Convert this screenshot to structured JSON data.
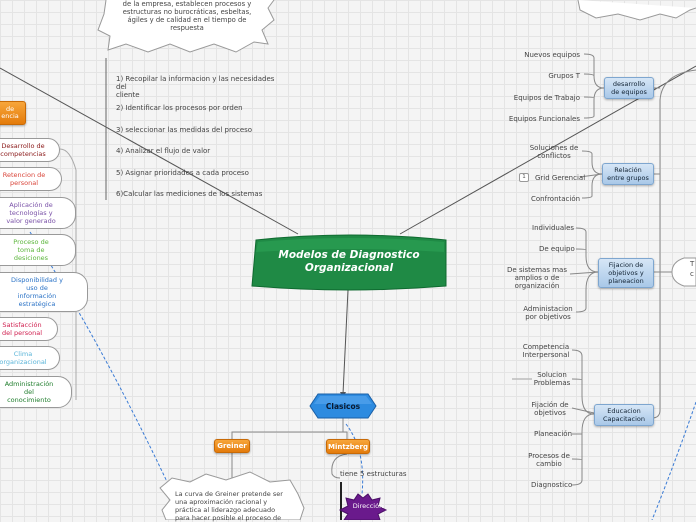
{
  "central": {
    "line1": "Modelos de Diagnostico",
    "line2": "Organizacional"
  },
  "cloud_top": {
    "lines": [
      "de la empresa, establecen procesos y",
      "estructuras no burocráticas, esbeltas,",
      "ágiles y de calidad en el tiempo de",
      "respuesta"
    ]
  },
  "steps": [
    "1) Recopilar la informacion y las necesidades del",
    "cliente",
    "2) Identificar los procesos por orden",
    "3) seleccionar las medidas del proceso",
    "4) Analizar el flujo de valor",
    "5) Asignar prioridades a cada proceso",
    "6)Calcular las mediciones de los sistemas"
  ],
  "left_orange": {
    "line1": "de",
    "line2": "encia"
  },
  "left_items": [
    {
      "lines": [
        "Desarrollo de",
        "competencias"
      ],
      "color": "#8b1a1a"
    },
    {
      "lines": [
        "Retencion de",
        "personal"
      ],
      "color": "#d9453a"
    },
    {
      "lines": [
        "Aplicación de",
        "tecnologías y",
        "valor generado"
      ],
      "color": "#7a52a8"
    },
    {
      "lines": [
        "Proceso de",
        "toma de",
        "desiciones"
      ],
      "color": "#5bb53b"
    },
    {
      "lines": [
        "Disponibilidad y",
        "uso de",
        "información",
        "estratégica"
      ],
      "color": "#2a72c6"
    },
    {
      "lines": [
        "Satisfacción",
        "del personal"
      ],
      "color": "#d02050"
    },
    {
      "lines": [
        "Clima",
        "organizacional"
      ],
      "color": "#5ab4d8"
    },
    {
      "lines": [
        "Administración",
        "del",
        "conocimiento"
      ],
      "color": "#1f7d2c"
    }
  ],
  "equipos": {
    "title": [
      "desarrollo",
      "de equipos"
    ],
    "items": [
      "Nuevos equipos",
      "Grupos T",
      "Equipos de Trabajo",
      "Equipos Funcionales"
    ]
  },
  "relacion": {
    "title": [
      "Relación",
      "entre grupos"
    ],
    "items": [
      [
        "Soluciones de",
        "conflictos"
      ],
      [
        "Grid Gerencial"
      ],
      [
        "Confrontación"
      ]
    ],
    "badge": "1"
  },
  "fijacion": {
    "title": [
      "Fijacion de",
      "objetivos y",
      "planeacion"
    ],
    "items": [
      [
        "Individuales"
      ],
      [
        "De equipo"
      ],
      [
        "De sistemas mas",
        "amplios o de",
        "organización"
      ],
      [
        "Administacion",
        "por objetivos"
      ]
    ]
  },
  "educacion": {
    "title": [
      "Educacion",
      "Capacitacion"
    ],
    "items": [
      [
        "Competencia",
        "Interpersonal"
      ],
      [
        "Solucion",
        "Problemas"
      ],
      [
        "Fijación de",
        "objetivos"
      ],
      [
        "Planeación"
      ],
      [
        "Procesos de",
        "cambio"
      ],
      [
        "Diagnostico"
      ]
    ]
  },
  "right_edge": {
    "t1": "T",
    "t2": "c"
  },
  "clasicos": "Clasicos",
  "greiner": "Greiner",
  "mintzberg": "Mintzberg",
  "mintz_text": "tiene 5 estructuras",
  "direccion": "Dirección",
  "greiner_cloud": [
    "La curva de Greiner pretende ser",
    "una aproximación racional y",
    "práctica al liderazgo adecuado",
    "para hacer posible el proceso de"
  ]
}
